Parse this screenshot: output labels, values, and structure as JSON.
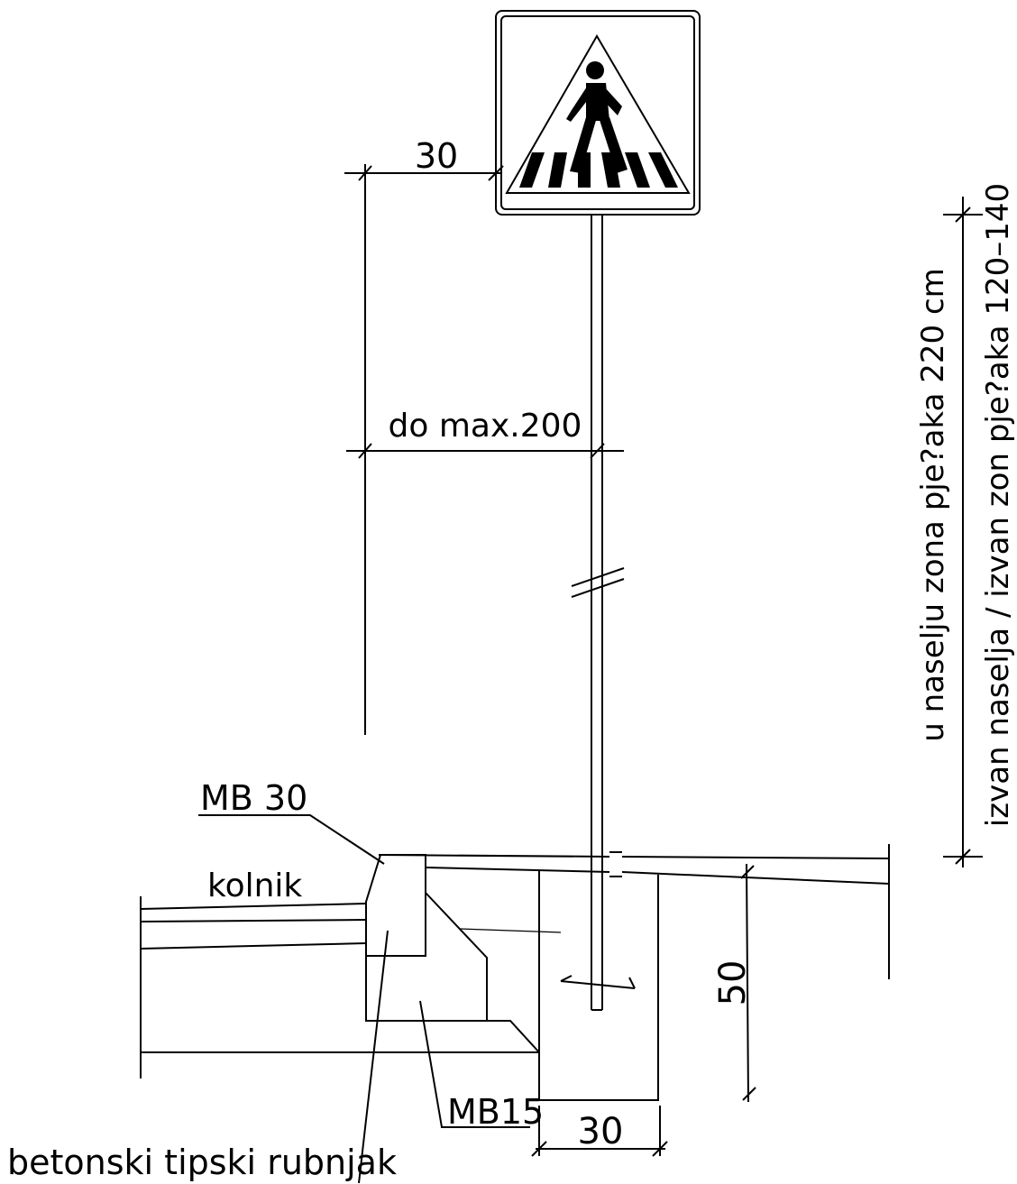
{
  "dimensions": {
    "sign_offset": "30",
    "max_offset": "do  max.200",
    "foundation_depth": "50",
    "foundation_width": "30"
  },
  "height_notes": {
    "in_settlement": "u naselju zona pje?aka 220 cm",
    "outside_settlement": "izvan naselja / izvan zon pje?aka 120–140"
  },
  "materials": {
    "curb_concrete": "MB 30",
    "base_concrete": "MB15",
    "roadway": "kolnik",
    "curb_type": "betonski  tipski  rubnjak"
  },
  "sign": {
    "type": "pedestrian crossing",
    "icon": "pedestrian-crossing-icon"
  }
}
